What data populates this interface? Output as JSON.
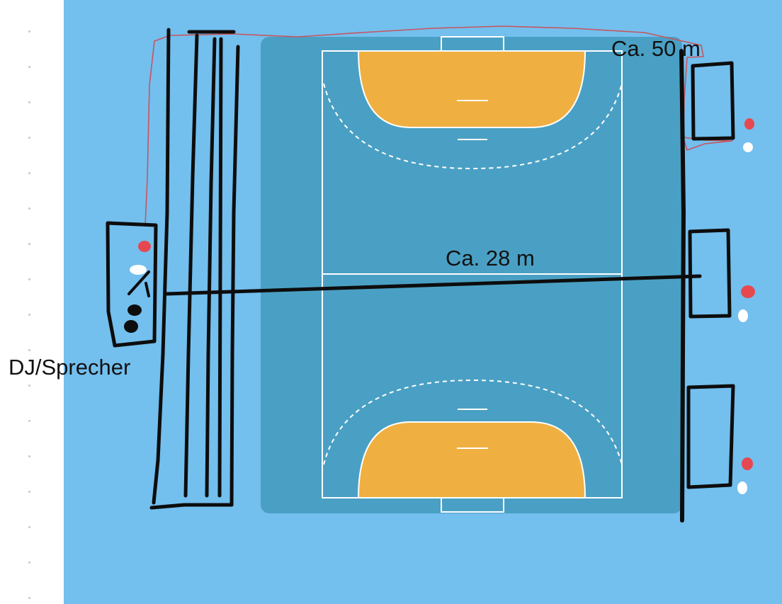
{
  "colors": {
    "background": "#73bfee",
    "court": "#4aa0c4",
    "goal_area": "#f0af41",
    "court_lines": "#ffffff",
    "ink": "#0d0d0d",
    "cable": "#c7555e",
    "seat_red": "#e64850",
    "seat_white": "#ffffff",
    "seat_black": "#0d0d0d"
  },
  "labels": {
    "length": "Ca. 50 m",
    "width": "Ca. 28 m",
    "dj": "DJ/Sprecher"
  }
}
